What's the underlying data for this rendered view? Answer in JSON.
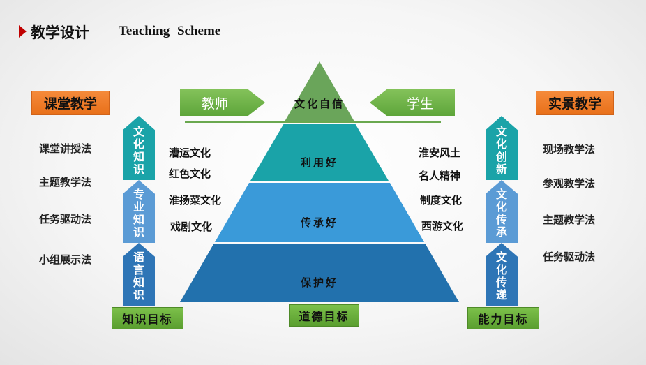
{
  "header": {
    "title_cn": "教学设计",
    "title_en": "Teaching  Scheme"
  },
  "left": {
    "heading": "课堂教学",
    "methods": [
      "课堂讲授法",
      "主题教学法",
      "任务驱动法",
      "小组展示法"
    ],
    "arrows": [
      "文化知识",
      "专业知识",
      "语言知识"
    ],
    "goal": "知识目标",
    "cultures": [
      "漕运文化",
      "红色文化",
      "淮扬菜文化",
      "戏剧文化"
    ]
  },
  "right": {
    "heading": "实景教学",
    "methods": [
      "现场教学法",
      "参观教学法",
      "主题教学法",
      "任务驱动法"
    ],
    "arrows": [
      "文化创新",
      "文化传承",
      "文化传递"
    ],
    "goal": "能力目标",
    "cultures": [
      "淮安风土",
      "名人精神",
      "制度文化",
      "西游文化"
    ]
  },
  "center": {
    "teacher": "教师",
    "student": "学生",
    "levels": [
      "文化自信",
      "利用好",
      "传承好",
      "保护好"
    ],
    "goal": "道德目标"
  },
  "colors": {
    "green": "#6aa84f",
    "teal": "#1aa3a8",
    "lightblue": "#3a9ad9",
    "darkblue": "#2271ad",
    "orange": "#ed7d31",
    "accent": "#c00000"
  }
}
